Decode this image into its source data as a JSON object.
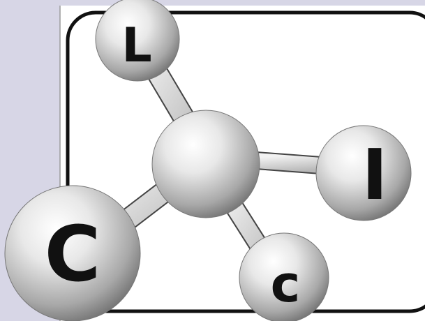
{
  "colors": {
    "page_background": "#d7d6e6",
    "card_background": "#ffffff",
    "frame_outline": "#111111",
    "sphere_light": "#fdfdfd",
    "sphere_mid": "#bdbdbd",
    "sphere_dark": "#6a6a6a",
    "bond": "#d9d9d9",
    "letter": "#111111"
  },
  "logo": {
    "atom_letters": {
      "top": "L",
      "right": "I",
      "bottom_left": "C",
      "bottom": "c"
    }
  }
}
